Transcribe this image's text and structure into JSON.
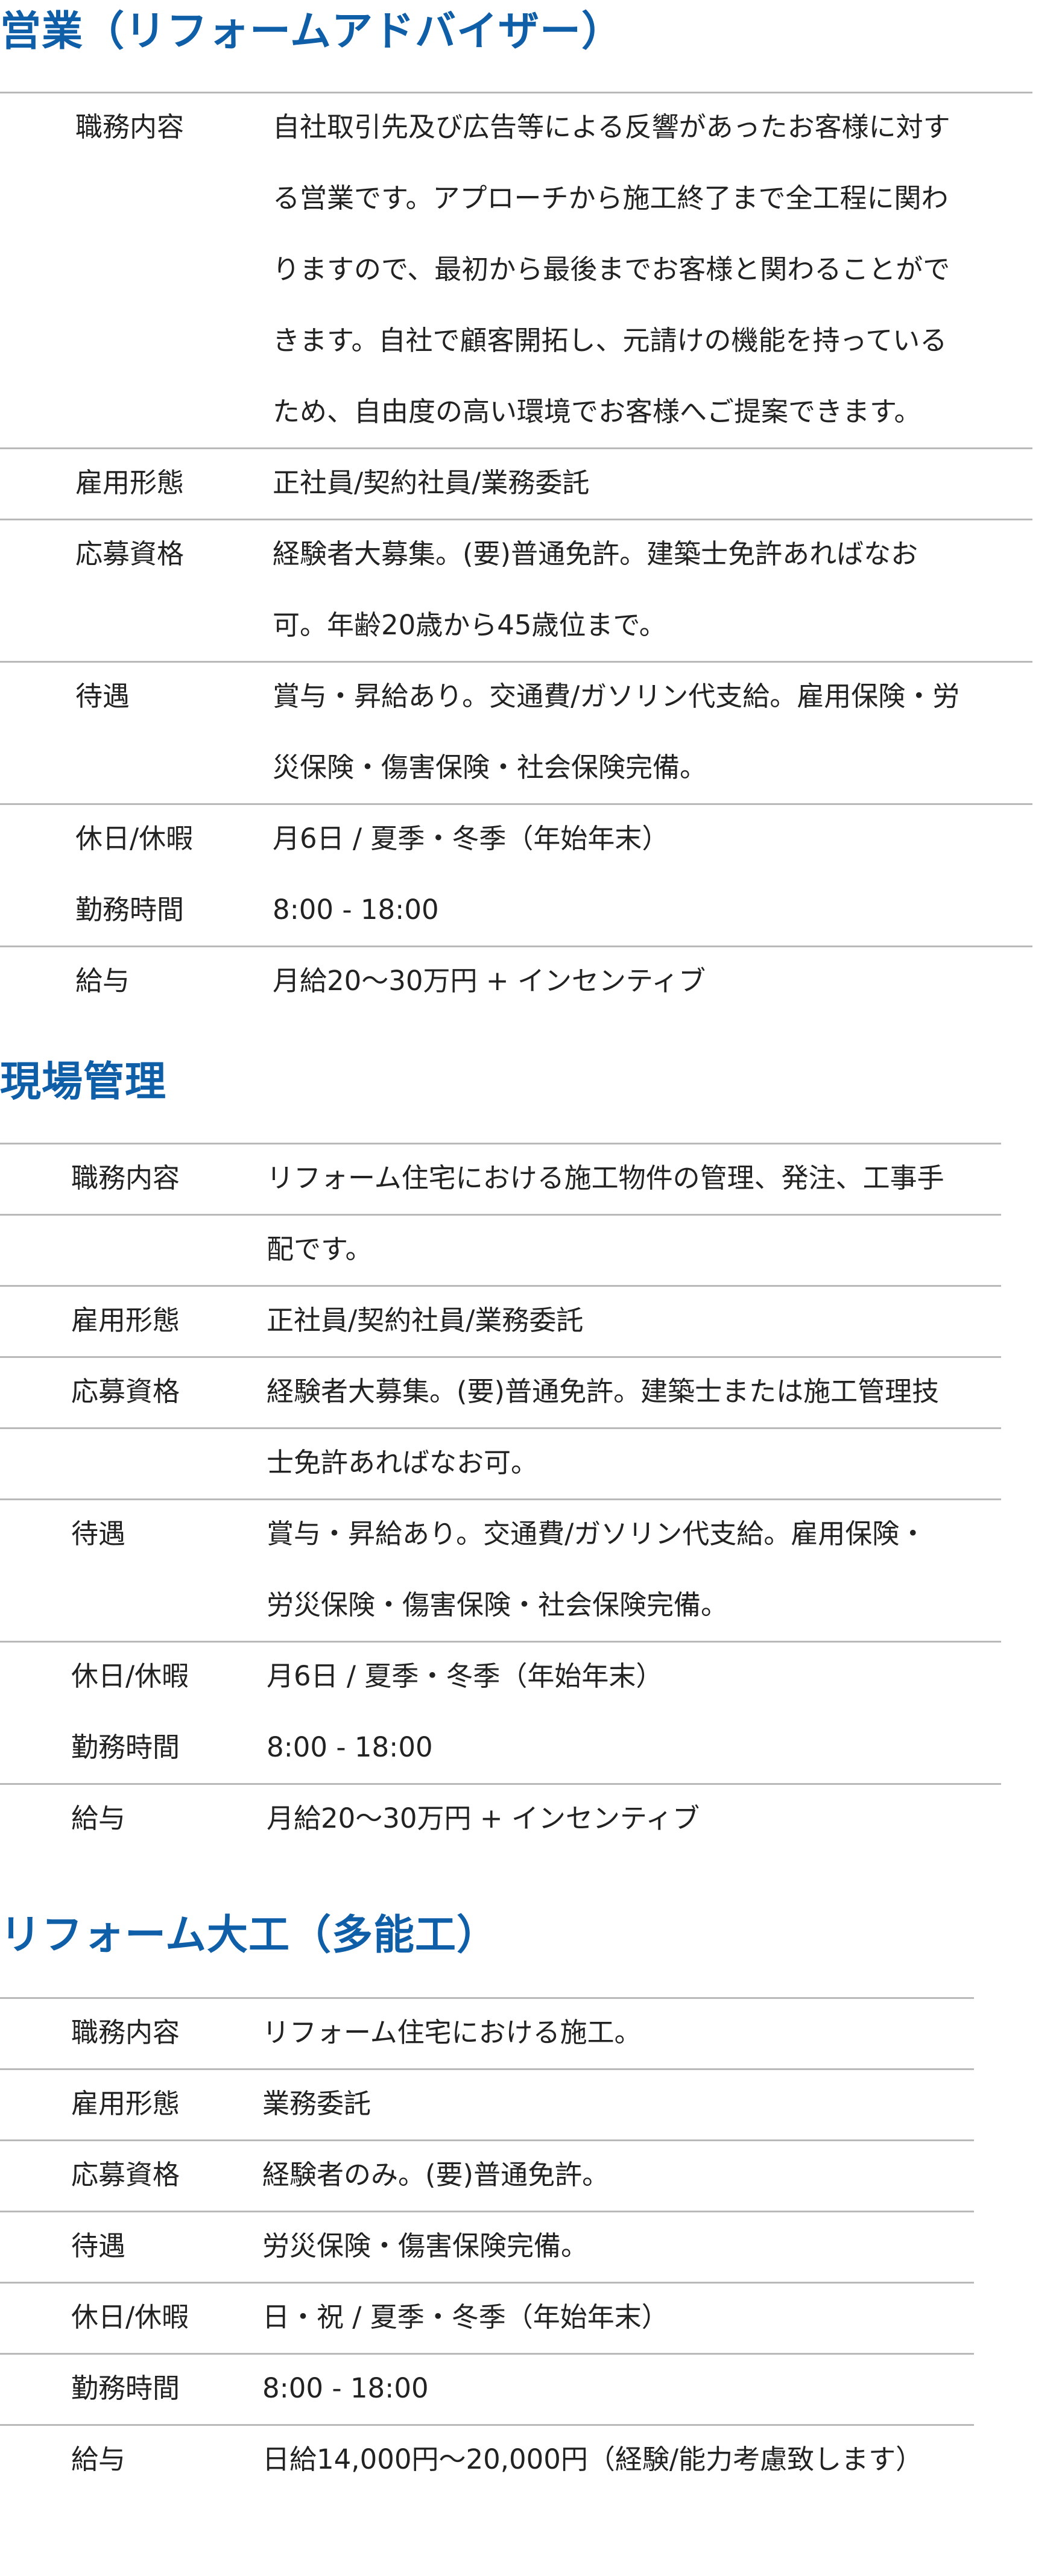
{
  "sections": [
    {
      "title": "営業（リフォームアドバイザー）",
      "rows": [
        {
          "label": "職務内容",
          "lines": [
            "自社取引先及び広告等による反響があったお客様に対す",
            "る営業です。アプローチから施工終了まで全工程に関わ",
            "りますので、最初から最後までお客様と関わることがで",
            "きます。自社で顧客開拓し、元請けの機能を持っている",
            "ため、自由度の高い環境でお客様へご提案できます。"
          ]
        },
        {
          "label": "雇用形態",
          "lines": [
            "正社員/契約社員/業務委託"
          ]
        },
        {
          "label": "応募資格",
          "lines": [
            "経験者大募集。(要)普通免許。建築士免許あればなお",
            "可。年齢20歳から45歳位まで。"
          ]
        },
        {
          "label": "待遇",
          "lines": [
            "賞与・昇給あり。交通費/ガソリン代支給。雇用保険・労",
            "災保険・傷害保険・社会保険完備。"
          ]
        },
        {
          "label": "休日/休暇",
          "lines": [
            "月6日 / 夏季・冬季（年始年末）"
          ]
        },
        {
          "label": "勤務時間",
          "lines": [
            "8:00 - 18:00"
          ]
        },
        {
          "label": "給与",
          "lines": [
            "月給20～30万円 + インセンティブ"
          ]
        }
      ]
    },
    {
      "title": "現場管理",
      "rows": [
        {
          "label": "職務内容",
          "lines": [
            "リフォーム住宅における施工物件の管理、発注、工事手",
            "配です。"
          ]
        },
        {
          "label": "雇用形態",
          "lines": [
            "正社員/契約社員/業務委託"
          ]
        },
        {
          "label": "応募資格",
          "lines": [
            "経験者大募集。(要)普通免許。建築士または施工管理技",
            "士免許あればなお可。"
          ]
        },
        {
          "label": "待遇",
          "lines": [
            "賞与・昇給あり。交通費/ガソリン代支給。雇用保険・",
            "労災保険・傷害保険・社会保険完備。"
          ]
        },
        {
          "label": "休日/休暇",
          "lines": [
            "月6日 / 夏季・冬季（年始年末）"
          ]
        },
        {
          "label": "勤務時間",
          "lines": [
            "8:00 - 18:00"
          ]
        },
        {
          "label": "給与",
          "lines": [
            "月給20～30万円 + インセンティブ"
          ]
        }
      ]
    },
    {
      "title": "リフォーム大工（多能工）",
      "rows": [
        {
          "label": "職務内容",
          "lines": [
            "リフォーム住宅における施工。"
          ]
        },
        {
          "label": "雇用形態",
          "lines": [
            "業務委託"
          ]
        },
        {
          "label": "応募資格",
          "lines": [
            "経験者のみ。(要)普通免許。"
          ]
        },
        {
          "label": "待遇",
          "lines": [
            "労災保険・傷害保険完備。"
          ]
        },
        {
          "label": "休日/休暇",
          "lines": [
            "日・祝 / 夏季・冬季（年始年末）"
          ]
        },
        {
          "label": "勤務時間",
          "lines": [
            "8:00 - 18:00"
          ]
        },
        {
          "label": "給与",
          "lines": [
            "日給14,000円～20,000円（経験/能力考慮致します）"
          ]
        }
      ]
    }
  ]
}
